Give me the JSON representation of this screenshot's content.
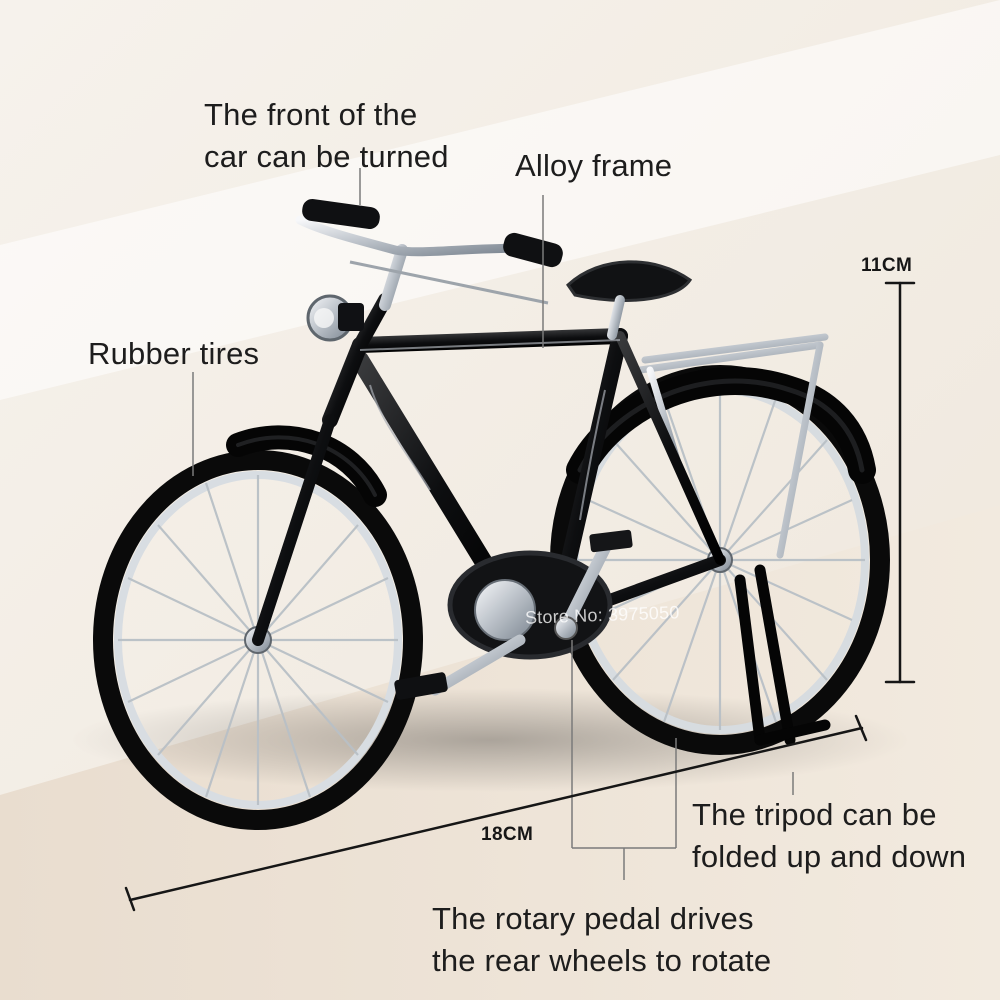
{
  "labels": {
    "front": "The front of the\ncar can be turned",
    "frame": "Alloy frame",
    "tires": "Rubber tires",
    "tripod": "The tripod can be\nfolded up and down",
    "pedal": "The rotary pedal drives\nthe rear wheels to rotate"
  },
  "dimensions": {
    "height": "11CM",
    "length": "18CM"
  },
  "watermark": "Store No: 3975050",
  "colors": {
    "background": "#f1ece4",
    "accent_band": "#ece4d8",
    "frame": "#0f0f10",
    "chrome": "#cfd3d8",
    "callout_line": "#7a7a7a"
  }
}
